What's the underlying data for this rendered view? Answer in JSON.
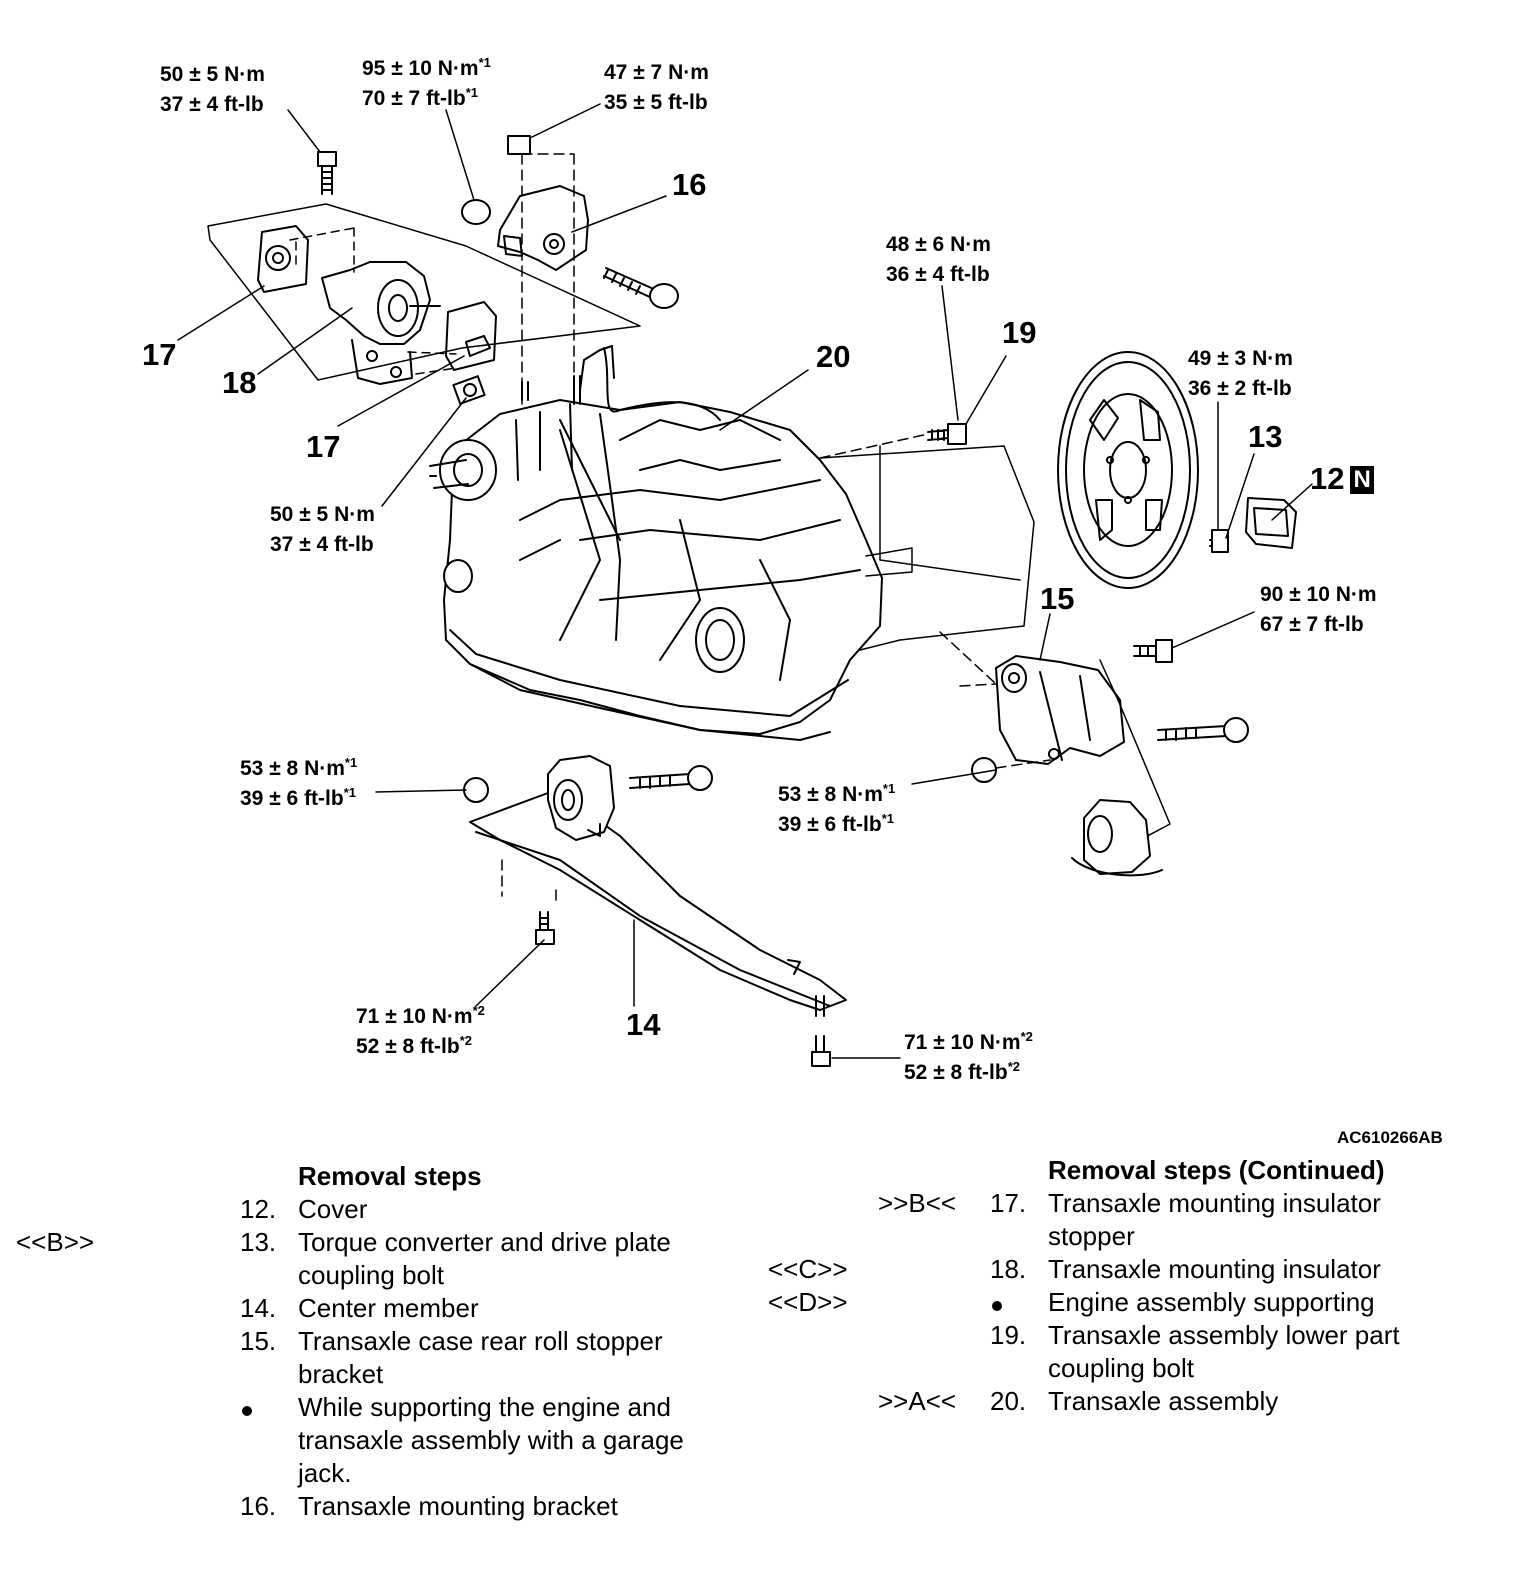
{
  "torque_labels": {
    "t1": {
      "nm": "50 ± 5 N·m",
      "ftlb": "37 ± 4 ft-lb"
    },
    "t2": {
      "nm": "95 ± 10 N·m",
      "nm_note": "*1",
      "ftlb": "70 ± 7 ft-lb",
      "ftlb_note": "*1"
    },
    "t3": {
      "nm": "47 ± 7 N·m",
      "ftlb": "35 ± 5 ft-lb"
    },
    "t4": {
      "nm": "48 ± 6 N·m",
      "ftlb": "36 ± 4 ft-lb"
    },
    "t5": {
      "nm": "49 ± 3 N·m",
      "ftlb": "36 ± 2 ft-lb"
    },
    "t6": {
      "nm": "50 ± 5 N·m",
      "ftlb": "37 ± 4 ft-lb"
    },
    "t7": {
      "nm": "90 ± 10 N·m",
      "ftlb": "67 ± 7 ft-lb"
    },
    "t8": {
      "nm": "53 ± 8 N·m",
      "nm_note": "*1",
      "ftlb": "39 ± 6 ft-lb",
      "ftlb_note": "*1"
    },
    "t9": {
      "nm": "53 ± 8 N·m",
      "nm_note": "*1",
      "ftlb": "39 ± 6 ft-lb",
      "ftlb_note": "*1"
    },
    "t10": {
      "nm": "71 ± 10 N·m",
      "nm_note": "*2",
      "ftlb": "52 ± 8 ft-lb",
      "ftlb_note": "*2"
    },
    "t11": {
      "nm": "71 ± 10 N·m",
      "nm_note": "*2",
      "ftlb": "52 ± 8 ft-lb",
      "ftlb_note": "*2"
    }
  },
  "callouts": {
    "c16": "16",
    "c17a": "17",
    "c18": "18",
    "c17b": "17",
    "c20": "20",
    "c19": "19",
    "c13": "13",
    "c12": "12",
    "c12_badge": "N",
    "c15": "15",
    "c14": "14"
  },
  "figure_code": "AC610266AB",
  "removal_steps_left": {
    "title": "Removal steps",
    "items": [
      {
        "mark": "",
        "num": "12.",
        "text": "Cover"
      },
      {
        "mark": "<<B>>",
        "num": "13.",
        "text": "Torque converter and drive plate coupling bolt"
      },
      {
        "mark": "",
        "num": "14.",
        "text": "Center member"
      },
      {
        "mark": "",
        "num": "15.",
        "text": "Transaxle case rear roll stopper bracket"
      },
      {
        "mark": "",
        "num": "",
        "text": "While supporting the engine and transaxle assembly with a garage jack."
      },
      {
        "mark": "",
        "num": "16.",
        "text": "Transaxle mounting bracket"
      }
    ]
  },
  "removal_steps_right": {
    "title": "Removal steps (Continued)",
    "items": [
      {
        "mark": ">>B<<",
        "num": "17.",
        "text": "Transaxle mounting insulator stopper"
      },
      {
        "mark": "<<C>>",
        "num": "18.",
        "text": "Transaxle mounting insulator"
      },
      {
        "mark": "<<D>>",
        "num": "",
        "text": "Engine assembly supporting"
      },
      {
        "mark": "",
        "num": "19.",
        "text": "Transaxle assembly lower part coupling bolt"
      },
      {
        "mark": ">>A<<",
        "num": "20.",
        "text": "Transaxle assembly"
      }
    ]
  }
}
